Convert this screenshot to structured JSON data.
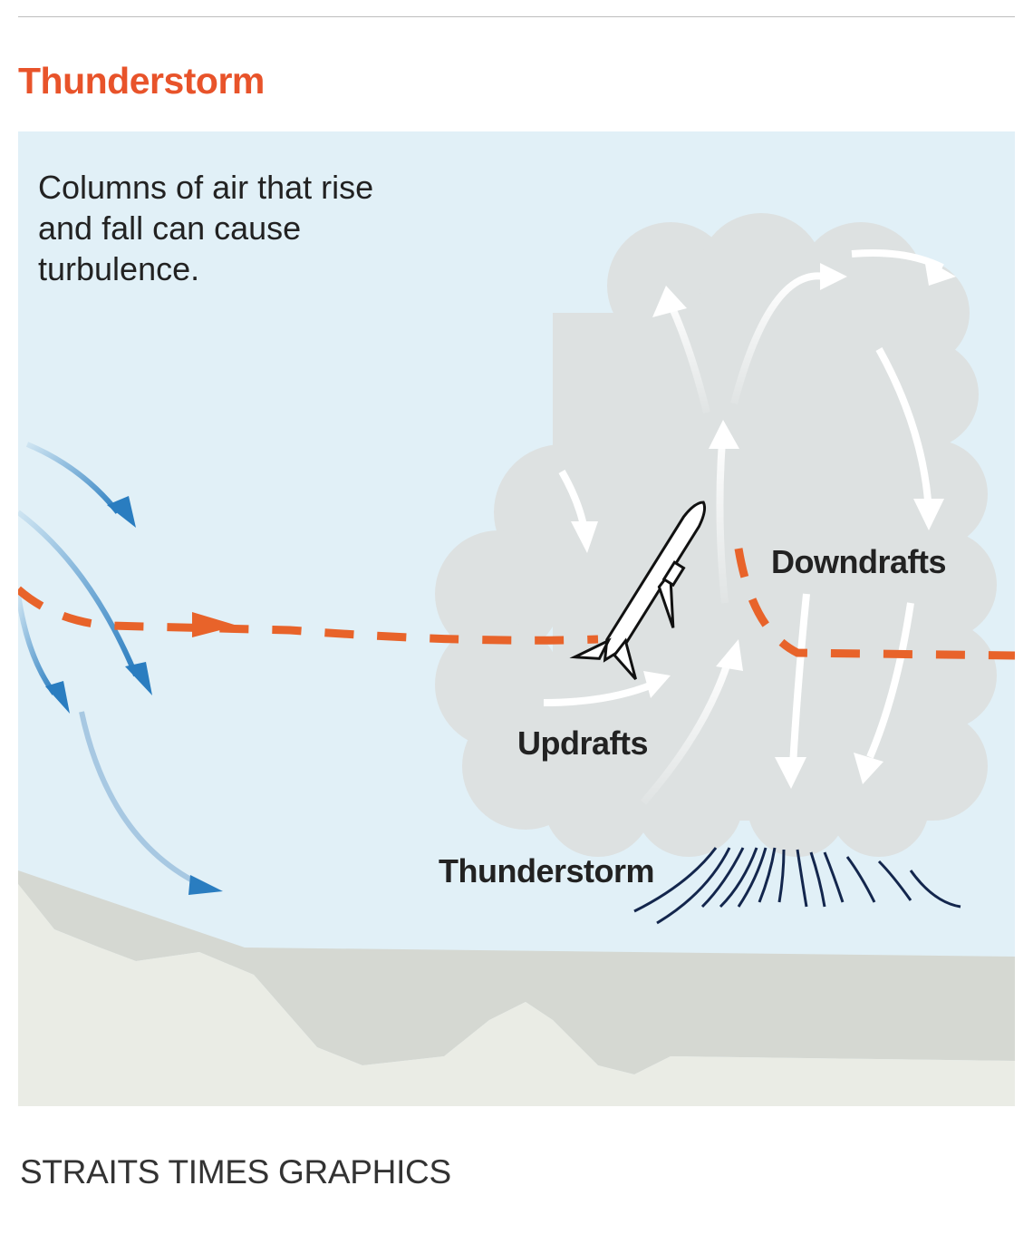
{
  "title": "Thunderstorm",
  "intro_text": "Columns of air that rise and fall can cause turbulence.",
  "labels": {
    "downdrafts": "Downdrafts",
    "updrafts": "Updrafts",
    "thunderstorm": "Thunderstorm"
  },
  "credit": "STRAITS TIMES GRAPHICS",
  "colors": {
    "title": "#e8532a",
    "sky": "#e1f0f7",
    "cloud": "#dde1e1",
    "flight_path": "#e8632a",
    "wind_arrows": "#2a7dc0",
    "gust_lines": "#13264d",
    "ground_dark": "#d5d8d2",
    "ground_light": "#eaece5"
  }
}
